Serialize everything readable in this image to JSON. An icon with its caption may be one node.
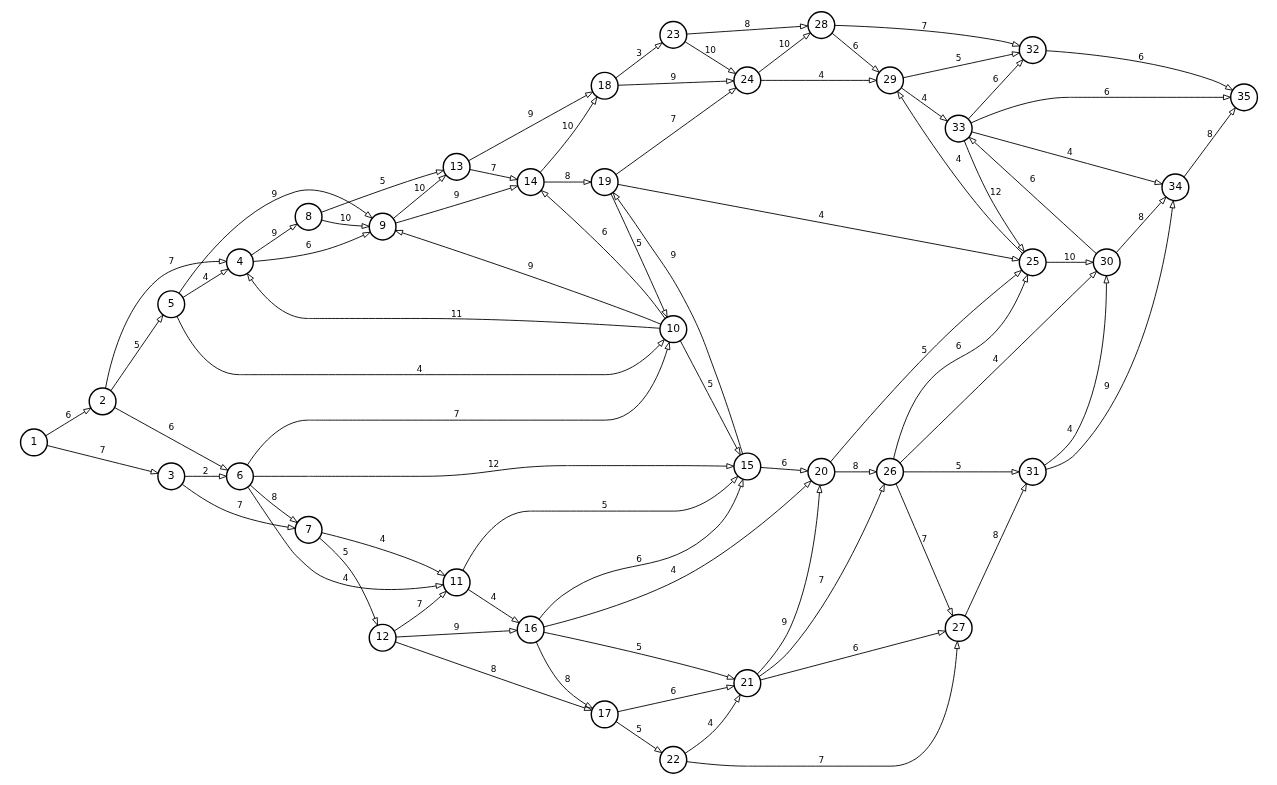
{
  "diagram": {
    "nodes": [
      {
        "text": [
          "1"
        ]
      },
      {
        "text": [
          "2"
        ]
      },
      {
        "text": [
          "3"
        ]
      },
      {
        "text": [
          "4"
        ]
      },
      {
        "text": [
          "5"
        ]
      },
      {
        "text": [
          "6"
        ]
      },
      {
        "text": [
          "7"
        ]
      },
      {
        "text": [
          "8"
        ]
      },
      {
        "text": [
          "9"
        ]
      },
      {
        "text": [
          "10"
        ]
      },
      {
        "text": [
          "11"
        ]
      },
      {
        "text": [
          "12"
        ]
      },
      {
        "text": [
          "13"
        ]
      },
      {
        "text": [
          "14"
        ]
      },
      {
        "text": [
          "15"
        ]
      },
      {
        "text": [
          "16"
        ]
      },
      {
        "text": [
          "17"
        ]
      },
      {
        "text": [
          "18"
        ]
      },
      {
        "text": [
          "19"
        ]
      },
      {
        "text": [
          "20"
        ]
      },
      {
        "text": [
          "21"
        ]
      },
      {
        "text": [
          "22"
        ]
      },
      {
        "text": [
          "23"
        ]
      },
      {
        "text": [
          "24"
        ]
      },
      {
        "text": [
          "25"
        ]
      },
      {
        "text": [
          "26"
        ]
      },
      {
        "text": [
          "27"
        ]
      },
      {
        "text": [
          "28"
        ]
      },
      {
        "text": [
          "29"
        ]
      },
      {
        "text": [
          "30"
        ]
      },
      {
        "text": [
          "31"
        ]
      },
      {
        "text": [
          "32"
        ]
      },
      {
        "text": [
          "33"
        ]
      },
      {
        "text": [
          "34"
        ]
      },
      {
        "text": [
          "35"
        ]
      }
    ],
    "edges": [
      {
        "from": 0,
        "to": 1,
        "arrow": "to",
        "label": "6"
      },
      {
        "from": 0,
        "to": 2,
        "arrow": "to",
        "label": "7"
      },
      {
        "from": 1,
        "to": 3,
        "arrow": "to",
        "label": "7"
      },
      {
        "from": 1,
        "to": 4,
        "arrow": "to",
        "label": "5"
      },
      {
        "from": 1,
        "to": 5,
        "arrow": "to",
        "label": "6"
      },
      {
        "from": 2,
        "to": 5,
        "arrow": "to",
        "label": "2"
      },
      {
        "from": 2,
        "to": 6,
        "arrow": "to",
        "label": "7"
      },
      {
        "from": 3,
        "to": 7,
        "arrow": "to",
        "label": "9"
      },
      {
        "from": 3,
        "to": 8,
        "arrow": "to",
        "label": "6"
      },
      {
        "from": 4,
        "to": 3,
        "arrow": "to",
        "label": "4"
      },
      {
        "from": 4,
        "to": 8,
        "arrow": "to",
        "label": "9"
      },
      {
        "from": 4,
        "to": 9,
        "arrow": "to",
        "label": "4"
      },
      {
        "from": 9,
        "to": 3,
        "arrow": "to",
        "label": "11"
      },
      {
        "from": 7,
        "to": 8,
        "arrow": "to",
        "label": "10"
      },
      {
        "from": 7,
        "to": 12,
        "arrow": "to",
        "label": "5"
      },
      {
        "from": 8,
        "to": 12,
        "arrow": "to",
        "label": "10"
      },
      {
        "from": 8,
        "to": 13,
        "arrow": "to",
        "label": "9"
      },
      {
        "from": 9,
        "to": 8,
        "arrow": "to",
        "label": "9"
      },
      {
        "from": 5,
        "to": 9,
        "arrow": "to",
        "label": "7"
      },
      {
        "from": 9,
        "to": 13,
        "arrow": "to",
        "label": "6"
      },
      {
        "from": 18,
        "to": 9,
        "arrow": "to",
        "label": "5"
      },
      {
        "from": 9,
        "to": 14,
        "arrow": "to",
        "label": "5"
      },
      {
        "from": 5,
        "to": 14,
        "arrow": "to",
        "label": "12"
      },
      {
        "from": 10,
        "to": 14,
        "arrow": "to",
        "label": "5"
      },
      {
        "from": 15,
        "to": 14,
        "arrow": "to",
        "label": "6"
      },
      {
        "from": 5,
        "to": 10,
        "arrow": "to",
        "label": "4"
      },
      {
        "from": 5,
        "to": 6,
        "arrow": "to",
        "label": "8"
      },
      {
        "from": 6,
        "to": 10,
        "arrow": "to",
        "label": "4"
      },
      {
        "from": 11,
        "to": 10,
        "arrow": "to",
        "label": "7"
      },
      {
        "from": 6,
        "to": 11,
        "arrow": "to",
        "label": "5"
      },
      {
        "from": 10,
        "to": 15,
        "arrow": "to",
        "label": "4"
      },
      {
        "from": 11,
        "to": 15,
        "arrow": "to",
        "label": "9"
      },
      {
        "from": 11,
        "to": 16,
        "arrow": "to",
        "label": "8"
      },
      {
        "from": 15,
        "to": 16,
        "arrow": "to",
        "label": "8"
      },
      {
        "from": 15,
        "to": 19,
        "arrow": "to",
        "label": "4"
      },
      {
        "from": 15,
        "to": 20,
        "arrow": "to",
        "label": "5"
      },
      {
        "from": 14,
        "to": 18,
        "arrow": "to",
        "label": "9"
      },
      {
        "from": 14,
        "to": 19,
        "arrow": "to",
        "label": "6"
      },
      {
        "from": 12,
        "to": 13,
        "arrow": "to",
        "label": "7"
      },
      {
        "from": 12,
        "to": 17,
        "arrow": "to",
        "label": "9"
      },
      {
        "from": 13,
        "to": 17,
        "arrow": "to",
        "label": "10"
      },
      {
        "from": 13,
        "to": 18,
        "arrow": "to",
        "label": "8"
      },
      {
        "from": 17,
        "to": 22,
        "arrow": "to",
        "label": "3"
      },
      {
        "from": 17,
        "to": 23,
        "arrow": "to",
        "label": "9"
      },
      {
        "from": 18,
        "to": 23,
        "arrow": "to",
        "label": "7"
      },
      {
        "from": 22,
        "to": 23,
        "arrow": "to",
        "label": "10"
      },
      {
        "from": 22,
        "to": 27,
        "arrow": "to",
        "label": "8"
      },
      {
        "from": 23,
        "to": 27,
        "arrow": "to",
        "label": "10"
      },
      {
        "from": 23,
        "to": 28,
        "arrow": "to",
        "label": "4"
      },
      {
        "from": 27,
        "to": 28,
        "arrow": "to",
        "label": "6"
      },
      {
        "from": 27,
        "to": 31,
        "arrow": "to",
        "label": "7"
      },
      {
        "from": 28,
        "to": 31,
        "arrow": "to",
        "label": "5"
      },
      {
        "from": 24,
        "to": 28,
        "arrow": "to",
        "label": "4"
      },
      {
        "from": 18,
        "to": 24,
        "arrow": "to",
        "label": "4"
      },
      {
        "from": 19,
        "to": 24,
        "arrow": "to",
        "label": "5"
      },
      {
        "from": 25,
        "to": 24,
        "arrow": "to",
        "label": "6"
      },
      {
        "from": 32,
        "to": 24,
        "arrow": "to",
        "label": "12"
      },
      {
        "from": 28,
        "to": 32,
        "arrow": "to",
        "label": "4"
      },
      {
        "from": 32,
        "to": 31,
        "arrow": "to",
        "label": "6"
      },
      {
        "from": 31,
        "to": 34,
        "arrow": "to",
        "label": "6"
      },
      {
        "from": 32,
        "to": 34,
        "arrow": "to",
        "label": "6"
      },
      {
        "from": 33,
        "to": 34,
        "arrow": "to",
        "label": "8"
      },
      {
        "from": 24,
        "to": 29,
        "arrow": "to",
        "label": "10"
      },
      {
        "from": 29,
        "to": 32,
        "arrow": "to",
        "label": "6"
      },
      {
        "from": 32,
        "to": 33,
        "arrow": "to",
        "label": "4"
      },
      {
        "from": 29,
        "to": 33,
        "arrow": "to",
        "label": "8"
      },
      {
        "from": 30,
        "to": 33,
        "arrow": "to",
        "label": "9"
      },
      {
        "from": 25,
        "to": 29,
        "arrow": "to",
        "label": "4"
      },
      {
        "from": 30,
        "to": 29,
        "arrow": "to",
        "label": "4"
      },
      {
        "from": 25,
        "to": 30,
        "arrow": "to",
        "label": "5"
      },
      {
        "from": 26,
        "to": 30,
        "arrow": "to",
        "label": "8"
      },
      {
        "from": 19,
        "to": 25,
        "arrow": "to",
        "label": "8"
      },
      {
        "from": 20,
        "to": 25,
        "arrow": "to",
        "label": "7"
      },
      {
        "from": 25,
        "to": 26,
        "arrow": "to",
        "label": "7"
      },
      {
        "from": 20,
        "to": 19,
        "arrow": "to",
        "label": "9"
      },
      {
        "from": 20,
        "to": 26,
        "arrow": "to",
        "label": "6"
      },
      {
        "from": 21,
        "to": 26,
        "arrow": "to",
        "label": "7"
      },
      {
        "from": 16,
        "to": 20,
        "arrow": "to",
        "label": "6"
      },
      {
        "from": 21,
        "to": 20,
        "arrow": "to",
        "label": "4"
      },
      {
        "from": 16,
        "to": 21,
        "arrow": "to",
        "label": "5"
      }
    ]
  }
}
